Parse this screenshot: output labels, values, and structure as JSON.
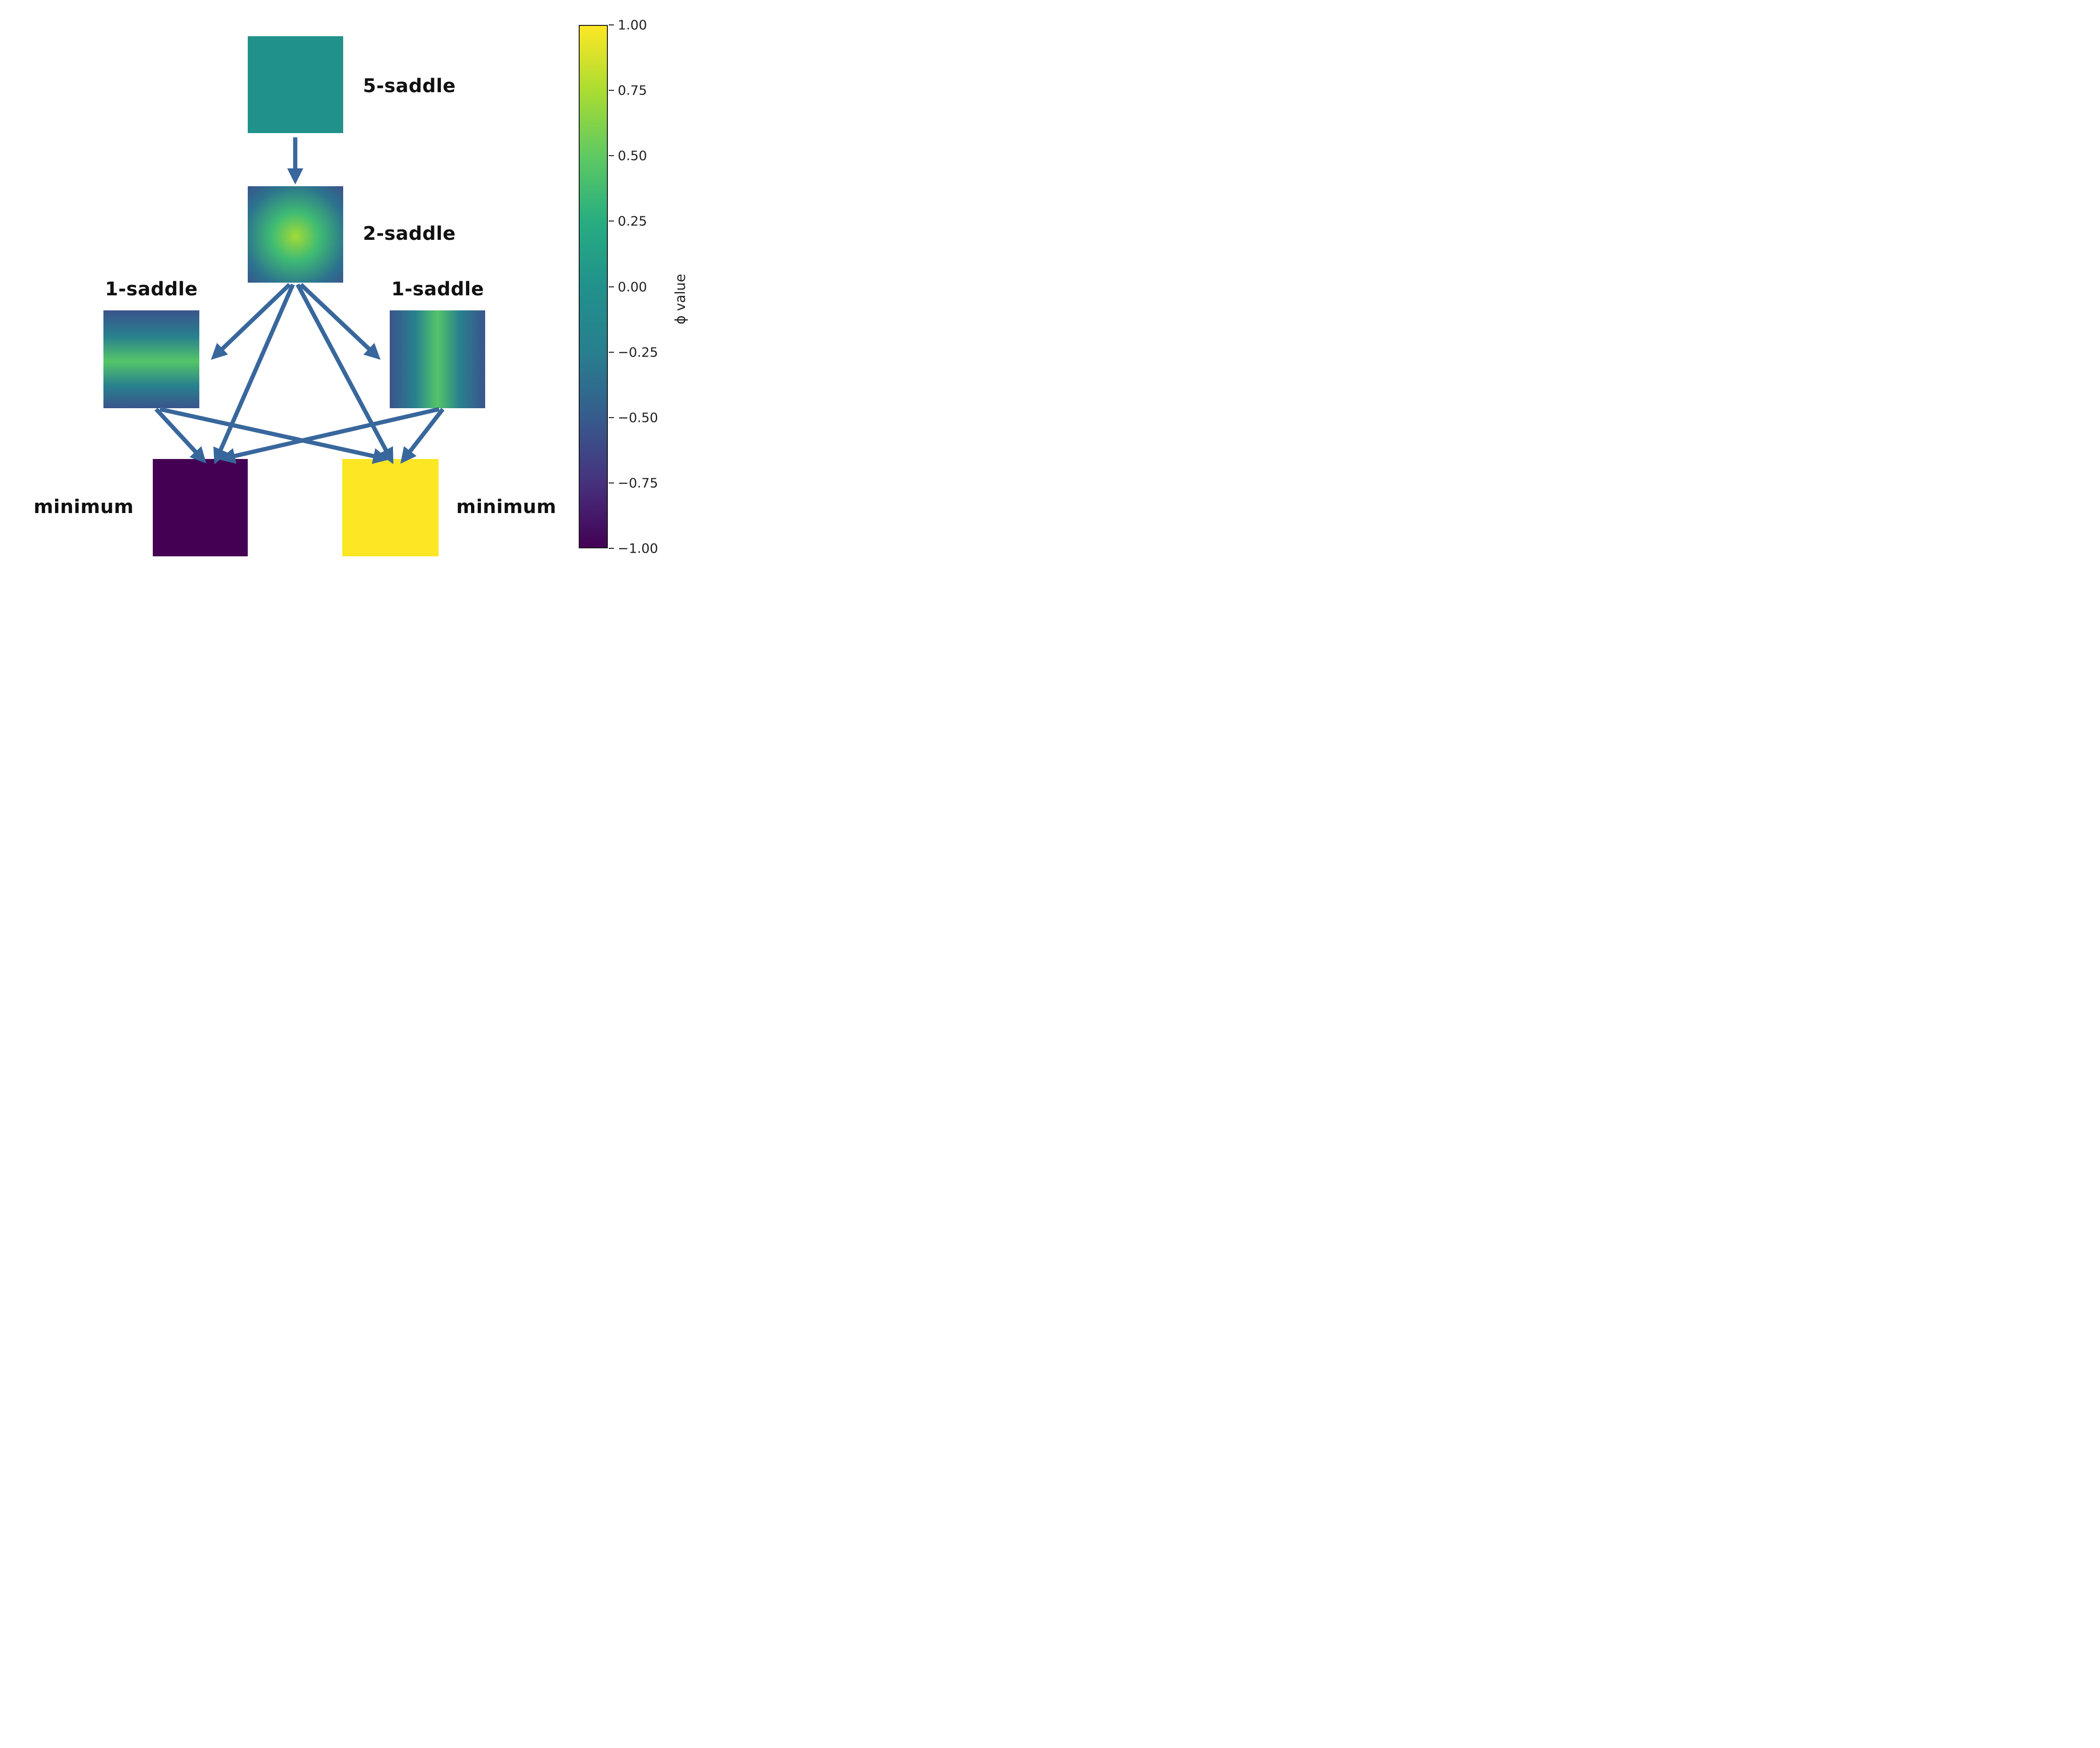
{
  "figure": {
    "type": "critical-point-hierarchy-diagram",
    "background": "#ffffff"
  },
  "labels": {
    "saddle5": "5-saddle",
    "saddle2": "2-saddle",
    "saddle1_left": "1-saddle",
    "saddle1_right": "1-saddle",
    "minimum_left": "minimum",
    "minimum_right": "minimum"
  },
  "nodes": [
    {
      "id": "5-saddle",
      "label": "5-saddle",
      "pattern": "uniform",
      "approx_value": 0.0
    },
    {
      "id": "2-saddle",
      "label": "2-saddle",
      "pattern": "radial-bump",
      "center_value": 0.6,
      "edge_value": -0.45
    },
    {
      "id": "1-saddle-left",
      "label": "1-saddle",
      "pattern": "horizontal-band",
      "center_value": 0.55,
      "edge_value": -0.5
    },
    {
      "id": "1-saddle-right",
      "label": "1-saddle",
      "pattern": "vertical-band",
      "center_value": 0.55,
      "edge_value": -0.5
    },
    {
      "id": "minimum-left",
      "label": "minimum",
      "pattern": "uniform",
      "approx_value": -1.0
    },
    {
      "id": "minimum-right",
      "label": "minimum",
      "pattern": "uniform",
      "approx_value": 1.0
    }
  ],
  "edges": [
    {
      "from": "5-saddle",
      "to": "2-saddle"
    },
    {
      "from": "2-saddle",
      "to": "1-saddle-left"
    },
    {
      "from": "2-saddle",
      "to": "1-saddle-right"
    },
    {
      "from": "2-saddle",
      "to": "minimum-left"
    },
    {
      "from": "2-saddle",
      "to": "minimum-right"
    },
    {
      "from": "1-saddle-left",
      "to": "minimum-left"
    },
    {
      "from": "1-saddle-left",
      "to": "minimum-right"
    },
    {
      "from": "1-saddle-right",
      "to": "minimum-left"
    },
    {
      "from": "1-saddle-right",
      "to": "minimum-right"
    }
  ],
  "heatmaps": {
    "saddle5": "#21918c",
    "saddle2": {
      "inner": "#a2da37",
      "mid": "#3fbc73",
      "outer": "#2c728e",
      "corner": "#3b538b"
    },
    "saddle1": {
      "center": "#54c568",
      "mid": "#28818e",
      "edge": "#3a548c"
    },
    "min_left": "#440154",
    "min_right": "#fde725"
  },
  "colorbar": {
    "label": "ϕ value",
    "ticks": [
      "1.00",
      "0.75",
      "0.50",
      "0.25",
      "0.00",
      "−0.25",
      "−0.50",
      "−0.75",
      "−1.00"
    ],
    "stops": [
      "#fde725",
      "#aadc32",
      "#5ec962",
      "#27ad81",
      "#21918c",
      "#277f8e",
      "#365c8d",
      "#46327e",
      "#440154"
    ],
    "min": -1.0,
    "max": 1.0
  },
  "colors": {
    "arrow": "#38679c",
    "text": "#111111",
    "tick_text": "#222222",
    "colorbar_border": "#1a1a1a"
  }
}
